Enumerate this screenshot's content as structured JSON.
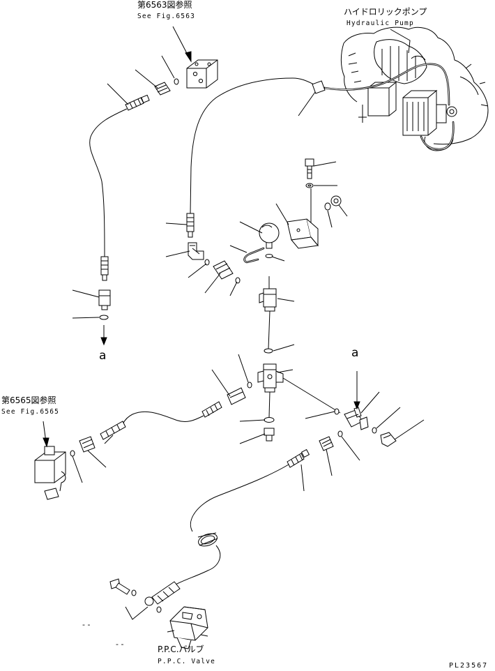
{
  "title": "",
  "callouts": {
    "top_ref_jp": "第6563図参照",
    "top_ref_en": "See Fig.6563",
    "left_ref_jp": "第6565図参照",
    "left_ref_en": "See Fig.6565",
    "pump_jp": "ハイドロリックポンプ",
    "pump_en": "Hydraulic Pump",
    "ppc_jp": "P.P.C.バルブ",
    "ppc_en": "P.P.C. Valve"
  },
  "connection_marks": {
    "left": "a",
    "right": "a"
  },
  "stray_marks": [
    "-  -",
    "-  -"
  ],
  "drawing_code": "PL23567"
}
